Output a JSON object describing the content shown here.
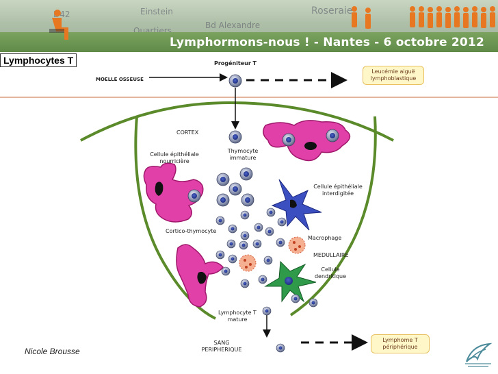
{
  "banner": {
    "title": "Lymphormons-nous ! - Nantes - 6 octobre 2012",
    "map_labels": [
      "D42",
      "Roseraie",
      "Quartiers",
      "Einstein",
      "Bd Alexandre"
    ],
    "colors": {
      "bar": "#6a9651",
      "logo": "#e87722"
    }
  },
  "section_tag": "Lymphocytes T",
  "diagram": {
    "labels": {
      "moelle": "MOELLE OSSEUSE",
      "progeniteur": "Progéniteur T",
      "leucemie": "Leucémie aiguë lymphoblastique",
      "cortex": "CORTEX",
      "thymocyte_immature": "Thymocyte immature",
      "cellule_nourriciere": "Cellule épithéliale nourricière",
      "cellule_interdigitee": "Cellule épithéliale interdigitée",
      "cortico": "Cortico-thymocyte",
      "macrophage": "Macrophage",
      "medullaire": "MEDULLAIRE",
      "dendritique": "Cellule dendritique",
      "lymphocyte_mature": "Lymphocyte T mature",
      "sang": "SANG PERIPHERIQUE",
      "lymphome": "Lymphome T périphérique"
    },
    "colors": {
      "epithelial": "#e040a8",
      "interdigitated": "#3c4fc0",
      "dendritic": "#2e9a4a",
      "thymus_outline": "#5a8a2a",
      "box_fill": "#fff7c8",
      "box_border": "#e8c060",
      "box_text": "#6b3a1a"
    }
  },
  "author": "Nicole Brousse"
}
